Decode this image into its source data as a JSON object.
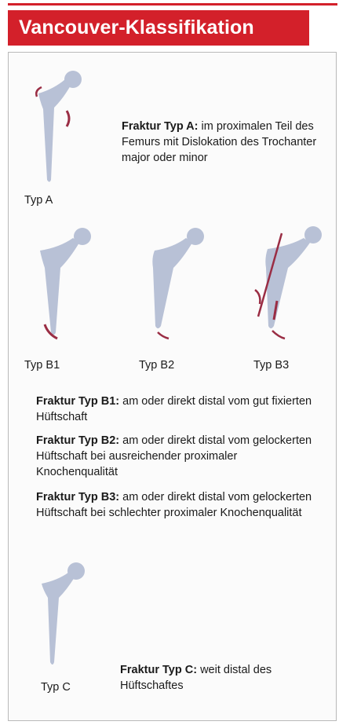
{
  "title": "Vancouver-Klassifikation",
  "typA": {
    "label": "Typ A",
    "bold": "Fraktur Typ A:",
    "text": "im proximalen Teil des Femurs mit Dislokation des Trochanter major oder minor"
  },
  "typB": {
    "labels": [
      "Typ B1",
      "Typ B2",
      "Typ B3"
    ],
    "descriptions": [
      {
        "bold": "Fraktur Typ B1:",
        "text": "am oder direkt distal vom gut fixierten Hüftschaft"
      },
      {
        "bold": "Fraktur Typ B2:",
        "text": "am oder direkt distal vom gelockerten Hüftschaft bei ausreichender proximaler Knochenqualität"
      },
      {
        "bold": "Fraktur Typ B3:",
        "text": "am oder direkt distal vom gelockerten Hüftschaft bei schlechter proximaler Knochenqualität"
      }
    ]
  },
  "typC": {
    "label": "Typ C",
    "bold": "Fraktur Typ C:",
    "text": "weit distal des Hüftschaftes"
  },
  "colors": {
    "accent": "#d3202a",
    "implant": "#b8c1d6",
    "fracture": "#9a2d44",
    "text": "#1a1a1a"
  }
}
